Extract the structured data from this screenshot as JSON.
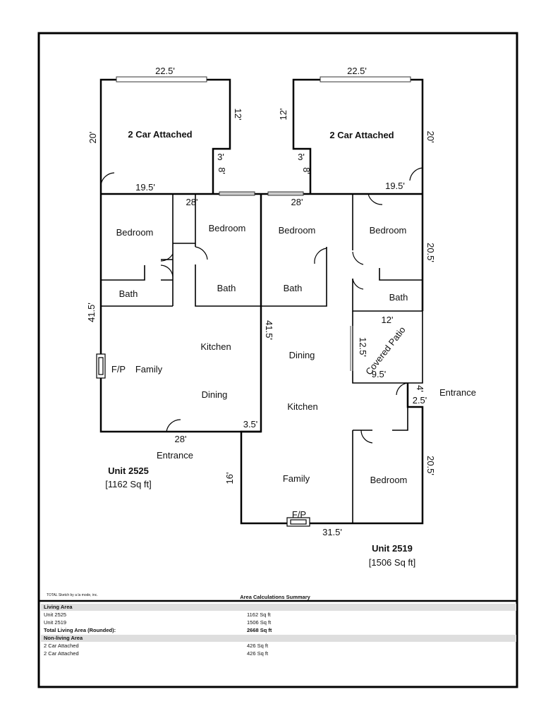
{
  "footer_credit": "TOTAL Sketch by a la mode, inc.",
  "summary_title": "Area Calculations Summary",
  "units": {
    "left": {
      "name": "Unit 2525",
      "area": "[1162 Sq ft]"
    },
    "right": {
      "name": "Unit 2519",
      "area": "[1506 Sq ft]"
    }
  },
  "rooms": {
    "garage_left": "2 Car Attached",
    "garage_right": "2 Car Attached",
    "bed_l1": "Bedroom",
    "bed_l2": "Bedroom",
    "bed_r1": "Bedroom",
    "bed_r2": "Bedroom",
    "bed_r3": "Bedroom",
    "bath_l1": "Bath",
    "bath_l2": "Bath",
    "bath_r1": "Bath",
    "bath_r2": "Bath",
    "kitchen_l": "Kitchen",
    "kitchen_r": "Kitchen",
    "dining_l": "Dining",
    "dining_r": "Dining",
    "family_l": "Family",
    "family_r": "Family",
    "fp_l": "F/P",
    "fp_r": "F/P",
    "patio": "Covered Patio",
    "entrance_l": "Entrance",
    "entrance_r": "Entrance"
  },
  "dims": {
    "g_l_top": "22.5'",
    "g_l_side": "20'",
    "g_l_right": "12'",
    "g_l_bottom": "19.5'",
    "g_l_notch_w": "3'",
    "g_l_notch_h": "8'",
    "g_r_top": "22.5'",
    "g_r_side": "20'",
    "g_r_left": "12'",
    "g_r_bottom": "19.5'",
    "g_r_notch_w": "3'",
    "g_r_notch_h": "8'",
    "l_top": "28'",
    "r_top": "28'",
    "l_left": "41.5'",
    "r_mid": "41.5'",
    "r_right_upper": "20.5'",
    "r_right_lower": "20.5'",
    "patio_top": "12'",
    "patio_side": "12.5'",
    "patio_diag": "9.5'",
    "ent_4": "4'",
    "ent_25": "2.5'",
    "l_bottom": "28'",
    "l_step": "3.5'",
    "r_left": "16'",
    "r_bottom": "31.5'"
  },
  "area_summary": {
    "living_header": "Living Area",
    "nonliving_header": "Non-living Area",
    "rows": [
      {
        "label": "Unit 2525",
        "value": "1162 Sq ft",
        "bold": false
      },
      {
        "label": "Unit 2519",
        "value": "1506 Sq ft",
        "bold": false
      },
      {
        "label": "Total Living Area (Rounded):",
        "value": "2668 Sq ft",
        "bold": true
      }
    ],
    "nonliving_rows": [
      {
        "label": "2 Car Attached",
        "value": "426 Sq ft"
      },
      {
        "label": "2 Car Attached",
        "value": "426 Sq ft"
      }
    ]
  }
}
